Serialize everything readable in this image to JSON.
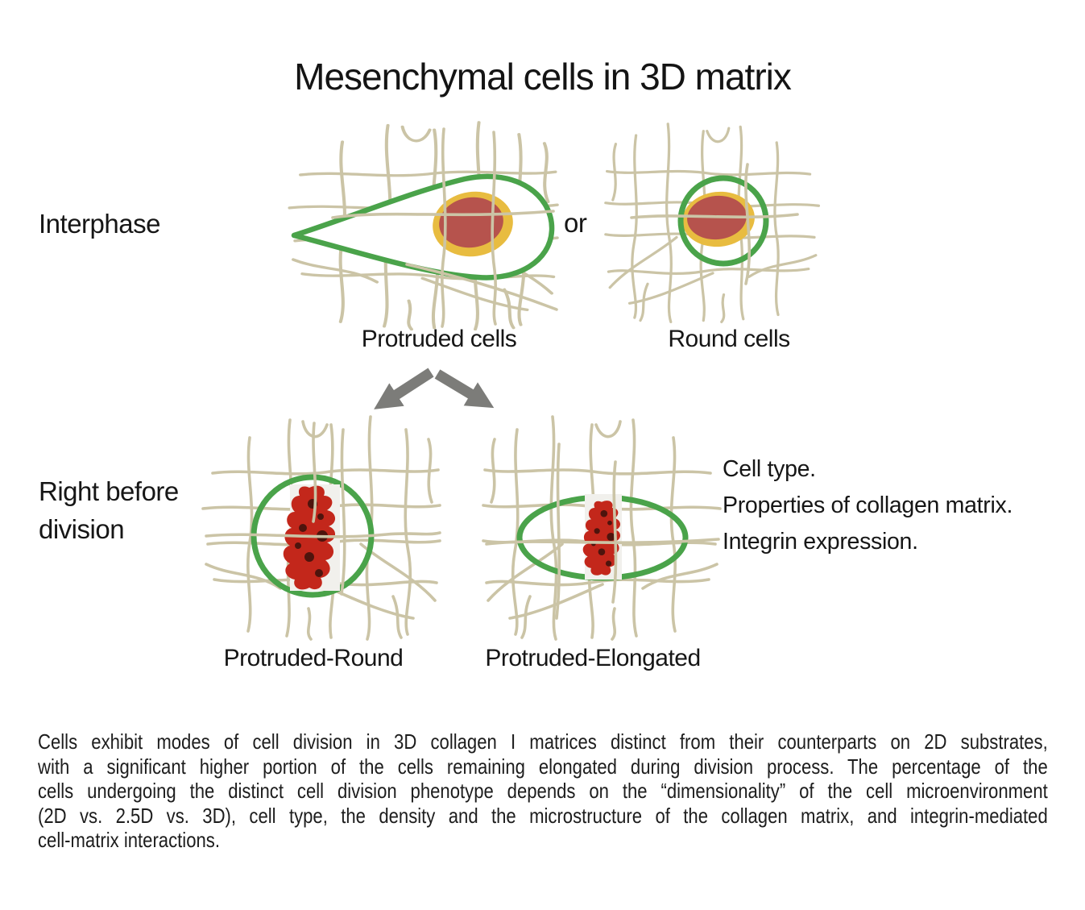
{
  "title": "Mesenchymal cells in 3D matrix",
  "rows": {
    "interphase": {
      "label": "Interphase",
      "or": "or",
      "panels": [
        {
          "caption": "Protruded cells"
        },
        {
          "caption": "Round cells"
        }
      ]
    },
    "division": {
      "label": "Right before division",
      "panels": [
        {
          "caption": "Protruded-Round"
        },
        {
          "caption": "Protruded-Elongated"
        }
      ]
    }
  },
  "factors": [
    "Cell type.",
    "Properties of collagen matrix.",
    "Integrin expression."
  ],
  "paragraph_lines": [
    "Cells exhibit modes of cell division in 3D collagen I matrices distinct from their counterparts on 2D substrates,",
    "with a significant higher portion of the cells remaining elongated during division process. The percentage of the",
    "cells undergoing the distinct cell division phenotype depends on the “dimensionality” of the cell microenvironment",
    "(2D vs. 2.5D vs. 3D), cell type, the density and the microstructure of the collagen matrix, and integrin-mediated",
    "cell-matrix interactions."
  ],
  "colors": {
    "green": "#4aa34a",
    "yellow": "#e8bc40",
    "nucleus": "#b6534d",
    "chrom": "#c3271b",
    "chromdark": "#3a120a",
    "fiber": "#cbc4a6",
    "arrow": "#7c7c79"
  }
}
